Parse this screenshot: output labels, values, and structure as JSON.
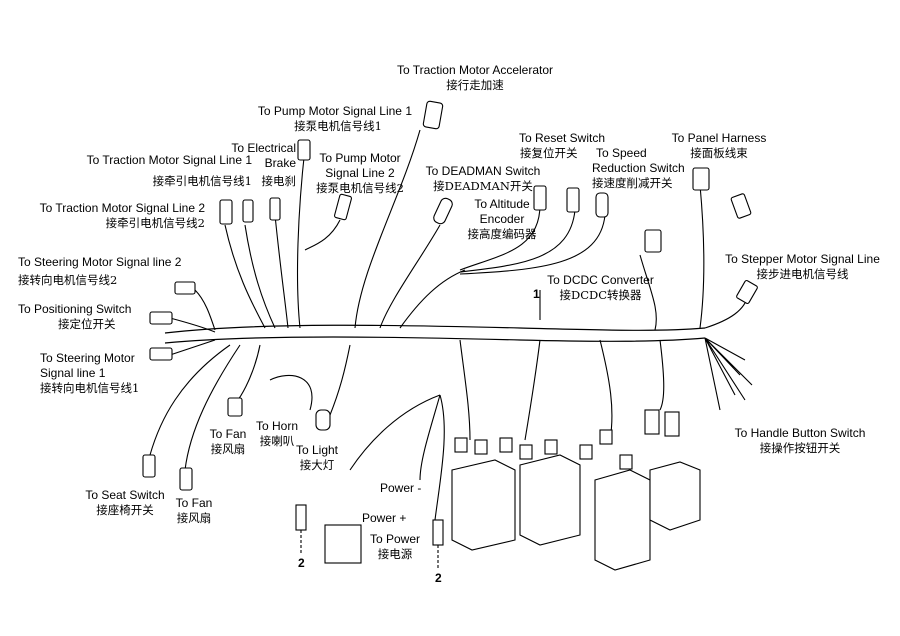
{
  "labels": {
    "traction_accel": {
      "en": "To Traction Motor  Accelerator",
      "cn": "接行走加速"
    },
    "pump_sig1": {
      "en": "To Pump Motor Signal Line 1",
      "cn": "接泵电机信号线1"
    },
    "elec_brake": {
      "en1": "To Electrical",
      "en2": "Brake",
      "cn": "接电刹"
    },
    "traction_sig1": {
      "en": "To Traction Motor Signal Line 1",
      "cn": "接牵引电机信号线1"
    },
    "pump_sig2": {
      "en1": "To Pump Motor",
      "en2": "Signal Line 2",
      "cn": "接泵电机信号线2"
    },
    "traction_sig2": {
      "en": "To Traction Motor Signal Line 2",
      "cn": "接牵引电机信号线2"
    },
    "deadman": {
      "en": "To DEADMAN Switch",
      "cn": "接DEADMAN开关"
    },
    "reset": {
      "en": "To  Reset Switch",
      "cn": "接复位开关"
    },
    "speed_red": {
      "en1": "To  Speed",
      "en2": "Reduction Switch",
      "cn": "接速度削减开关"
    },
    "altitude": {
      "en1": "To Altitude",
      "en2": "Encoder",
      "cn": "接高度编码器"
    },
    "panel": {
      "en": "To Panel Harness",
      "cn": "接面板线束"
    },
    "dcdc": {
      "en": "To DCDC Converter",
      "cn": "接DCDC转换器"
    },
    "stepper": {
      "en": "To Stepper Motor Signal Line",
      "cn": "接步进电机信号线"
    },
    "steer_sig2": {
      "en": "To Steering Motor Signal line 2",
      "cn": "接转向电机信号线2"
    },
    "positioning": {
      "en": "To Positioning Switch",
      "cn": "接定位开关"
    },
    "steer_sig1": {
      "en1": "To Steering Motor",
      "en2": "Signal line 1",
      "cn": "接转向电机信号线1"
    },
    "fan1": {
      "en": "To Fan",
      "cn": "接风扇"
    },
    "horn": {
      "en": "To Horn",
      "cn": "接喇叭"
    },
    "light": {
      "en": "To Light",
      "cn": "接大灯"
    },
    "handle": {
      "en": "To Handle Button Switch",
      "cn": "接操作按钮开关"
    },
    "seat": {
      "en": "To Seat Switch",
      "cn": "接座椅开关"
    },
    "fan2": {
      "en": "To Fan",
      "cn": "接风扇"
    },
    "power_minus": "Power -",
    "power_plus": "Power +",
    "power": {
      "en": "To Power",
      "cn": "接电源"
    }
  },
  "callouts": {
    "harness": "1",
    "fuse_left": "2",
    "fuse_right": "2"
  }
}
